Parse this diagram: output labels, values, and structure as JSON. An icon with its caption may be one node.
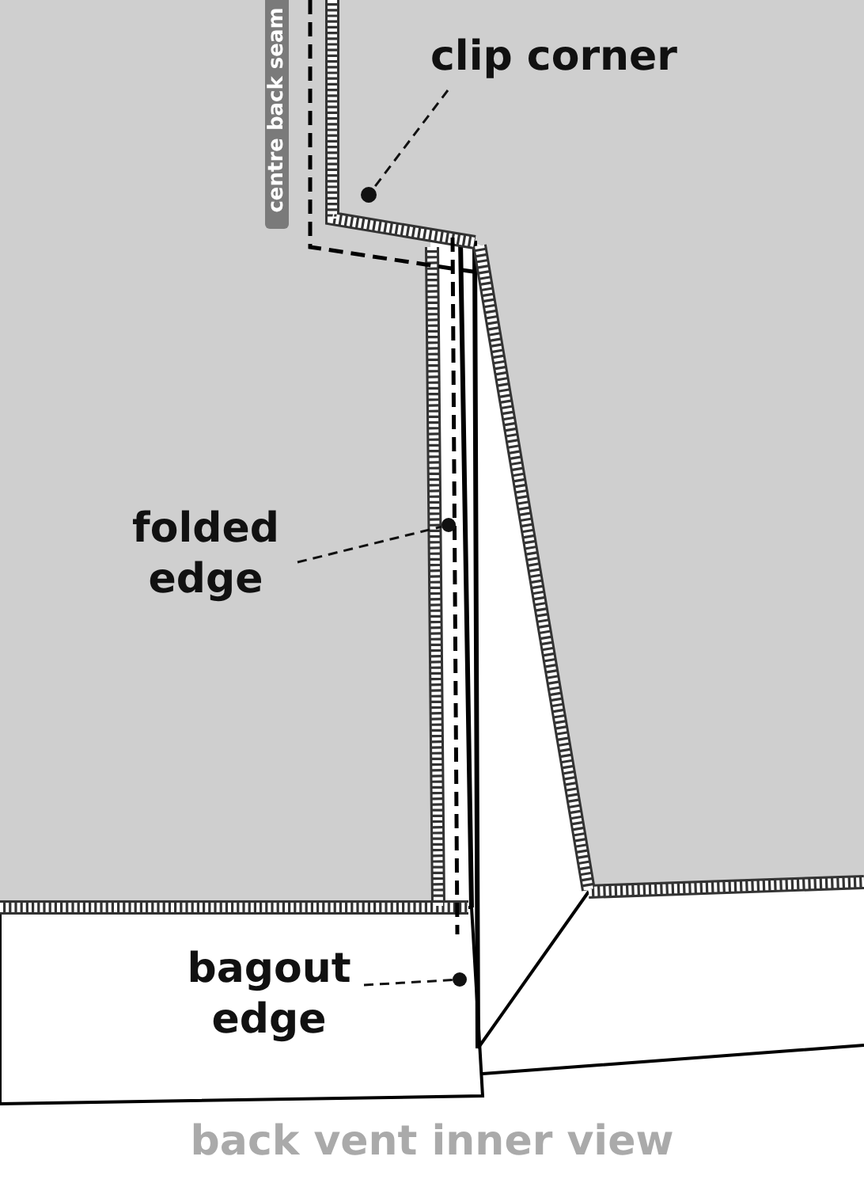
{
  "diagram": {
    "caption": "back vent inner view",
    "nodes": [
      {
        "text": [
          "clip corner"
        ]
      },
      {
        "text": [],
        "shape": "circle"
      },
      {
        "text": [
          "folded edge"
        ]
      },
      {
        "text": [],
        "shape": "circle"
      },
      {
        "text": [
          "bagout edge"
        ]
      },
      {
        "text": [],
        "shape": "circle"
      }
    ],
    "edges": [
      {
        "from": 0,
        "to": 1,
        "arrow": "none",
        "style": "dashed"
      },
      {
        "from": 2,
        "to": 3,
        "arrow": "none",
        "style": "dashed"
      },
      {
        "from": 4,
        "to": 5,
        "arrow": "none",
        "style": "dashed"
      }
    ],
    "labels": [
      "centre back seam"
    ]
  }
}
